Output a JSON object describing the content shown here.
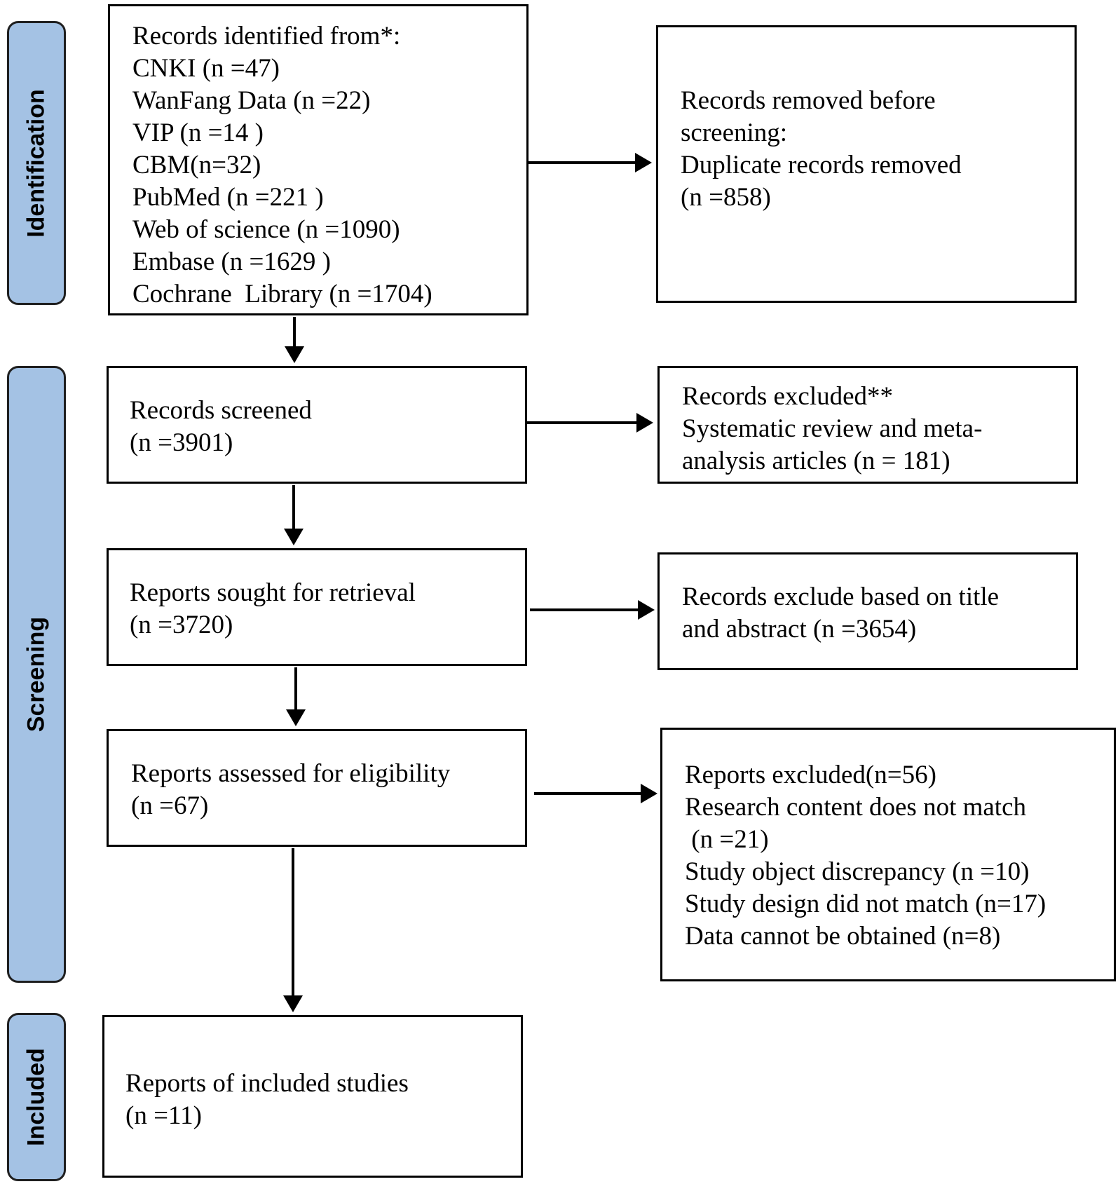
{
  "phases": {
    "identification": "Identification",
    "screening": "Screening",
    "included": "Included"
  },
  "boxes": {
    "records_identified": [
      "Records identified from*:",
      "CNKI (n =47)",
      "WanFang Data (n =22)",
      "VIP (n =14 )",
      "CBM(n=32)",
      "PubMed (n =221 )",
      "Web of science (n =1090)",
      "Embase (n =1629 )",
      "Cochrane  Library (n =1704)"
    ],
    "records_removed": [
      "Records removed before",
      "screening:",
      "Duplicate records removed",
      "(n =858)"
    ],
    "records_screened": [
      "Records screened",
      "(n =3901)"
    ],
    "records_excluded": [
      "Records excluded**",
      "Systematic review and meta-",
      "analysis articles (n = 181)"
    ],
    "reports_sought": [
      "Reports sought for retrieval",
      "(n =3720)"
    ],
    "records_exclude_title": [
      "Records exclude based on title",
      "and abstract (n =3654)"
    ],
    "reports_assessed": [
      "Reports assessed for eligibility",
      "(n =67)"
    ],
    "reports_excluded": [
      "Reports excluded(n=56)",
      "Research content does not match",
      " (n =21)",
      "Study object discrepancy (n =10)",
      "Study design did not match (n=17)",
      "Data cannot be obtained (n=8)"
    ],
    "reports_included": [
      "Reports of included studies",
      "(n =11)"
    ]
  }
}
